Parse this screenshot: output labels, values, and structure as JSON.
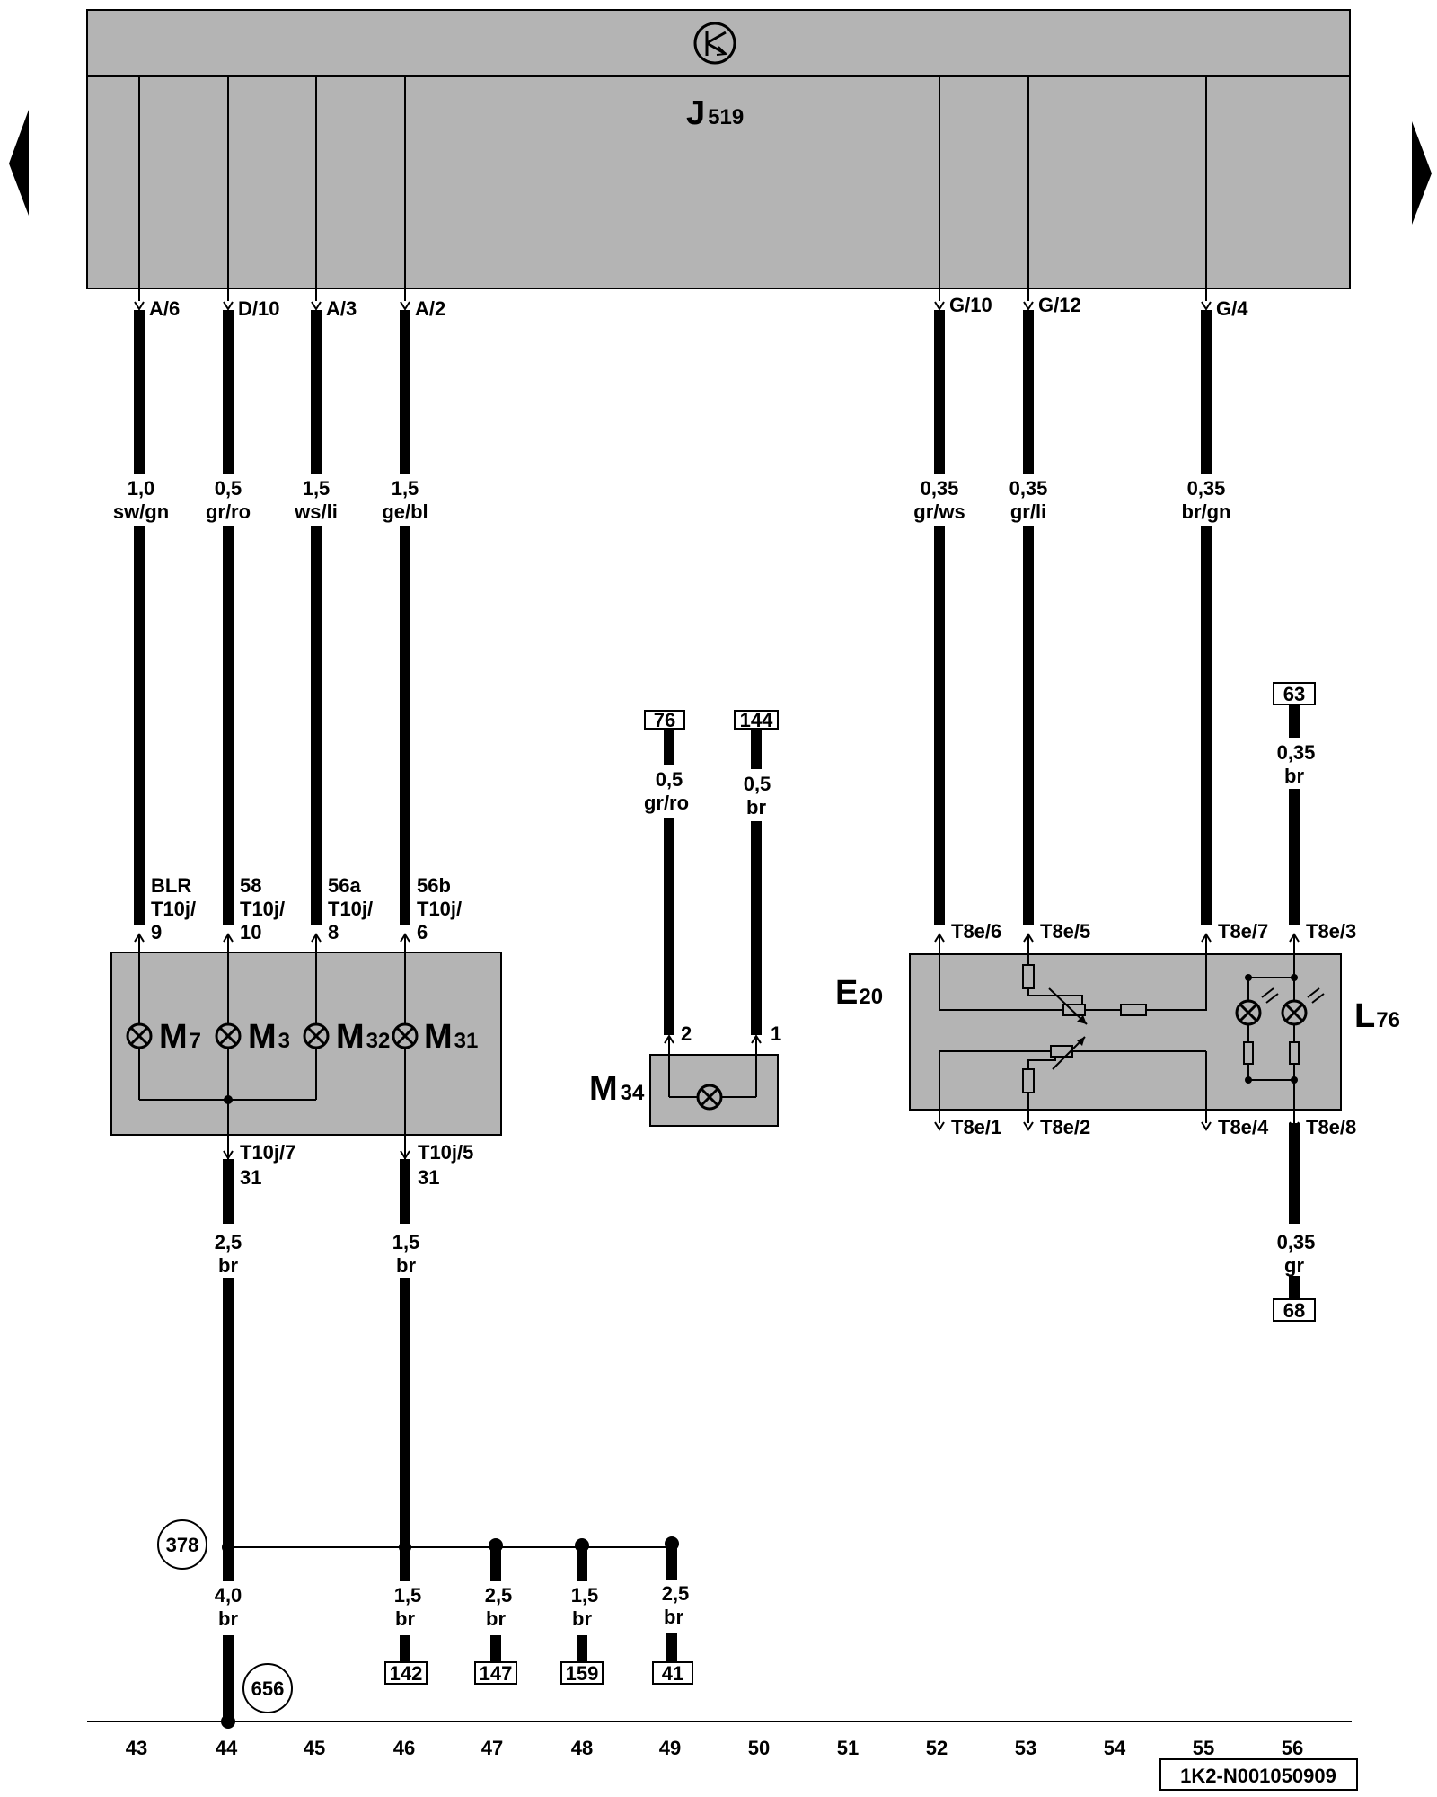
{
  "control_unit": {
    "letter": "J",
    "number": "519"
  },
  "pins_top": [
    {
      "id": "w1",
      "label": "A/6"
    },
    {
      "id": "w2",
      "label": "D/10"
    },
    {
      "id": "w3",
      "label": "A/3"
    },
    {
      "id": "w4",
      "label": "A/2"
    },
    {
      "id": "w5",
      "label": "G/10"
    },
    {
      "id": "w6",
      "label": "G/12"
    },
    {
      "id": "w7",
      "label": "G/4"
    }
  ],
  "wire_specs": [
    {
      "id": "w1",
      "size": "1,0",
      "color": "sw/gn"
    },
    {
      "id": "w2",
      "size": "0,5",
      "color": "gr/ro"
    },
    {
      "id": "w3",
      "size": "1,5",
      "color": "ws/li"
    },
    {
      "id": "w4",
      "size": "1,5",
      "color": "ge/bl"
    },
    {
      "id": "w5",
      "size": "0,35",
      "color": "gr/ws"
    },
    {
      "id": "w6",
      "size": "0,35",
      "color": "gr/li"
    },
    {
      "id": "w7",
      "size": "0,35",
      "color": "br/gn"
    }
  ],
  "motor_module": {
    "terminals": [
      {
        "name": "BLR",
        "conn": "T10j/",
        "pin": "9"
      },
      {
        "name": "58",
        "conn": "T10j/",
        "pin": "10"
      },
      {
        "name": "56a",
        "conn": "T10j/",
        "pin": "8"
      },
      {
        "name": "56b",
        "conn": "T10j/",
        "pin": "6"
      }
    ],
    "motors": [
      {
        "letter": "M",
        "number": "7"
      },
      {
        "letter": "M",
        "number": "3"
      },
      {
        "letter": "M",
        "number": "32"
      },
      {
        "letter": "M",
        "number": "31"
      }
    ],
    "bottom_pins": [
      {
        "conn": "T10j/7",
        "term": "31"
      },
      {
        "conn": "T10j/5",
        "term": "31"
      }
    ]
  },
  "ground_wires": [
    {
      "size": "2,5",
      "color": "br"
    },
    {
      "size": "1,5",
      "color": "br"
    }
  ],
  "m34": {
    "letter": "M",
    "number": "34",
    "refs": [
      "76",
      "144"
    ],
    "wires": [
      {
        "size": "0,5",
        "color": "gr/ro"
      },
      {
        "size": "0,5",
        "color": "br"
      }
    ],
    "pins": [
      "2",
      "1"
    ]
  },
  "e20": {
    "letter": "E",
    "number": "20",
    "lamp_letter": "L",
    "lamp_number": "76",
    "top_pins": [
      "T8e/6",
      "T8e/5",
      "T8e/7",
      "T8e/3"
    ],
    "bottom_pins": [
      "T8e/1",
      "T8e/2",
      "T8e/4",
      "T8e/8"
    ],
    "ref_top": "63",
    "wire_top": {
      "size": "0,35",
      "color": "br"
    },
    "wire_bottom": {
      "size": "0,35",
      "color": "gr"
    },
    "ref_bottom": "68"
  },
  "ground_point": "378",
  "ground_lines": [
    {
      "size": "4,0",
      "color": "br"
    },
    {
      "size": "1,5",
      "color": "br",
      "ref": "142"
    },
    {
      "size": "2,5",
      "color": "br",
      "ref": "147"
    },
    {
      "size": "1,5",
      "color": "br",
      "ref": "159"
    },
    {
      "size": "2,5",
      "color": "br",
      "ref": "41"
    }
  ],
  "earth_point": "656",
  "columns": [
    "43",
    "44",
    "45",
    "46",
    "47",
    "48",
    "49",
    "50",
    "51",
    "52",
    "53",
    "54",
    "55",
    "56"
  ],
  "diagram_id": "1K2-N001050909",
  "colors": {
    "module_fill": "#b4b4b4",
    "line": "#000000",
    "background": "#ffffff"
  },
  "icons": [
    "nav-left-arrow-icon",
    "nav-right-arrow-icon",
    "transistor-icon",
    "lamp-icon",
    "resistor-icon",
    "potentiometer-icon",
    "led-icon"
  ]
}
